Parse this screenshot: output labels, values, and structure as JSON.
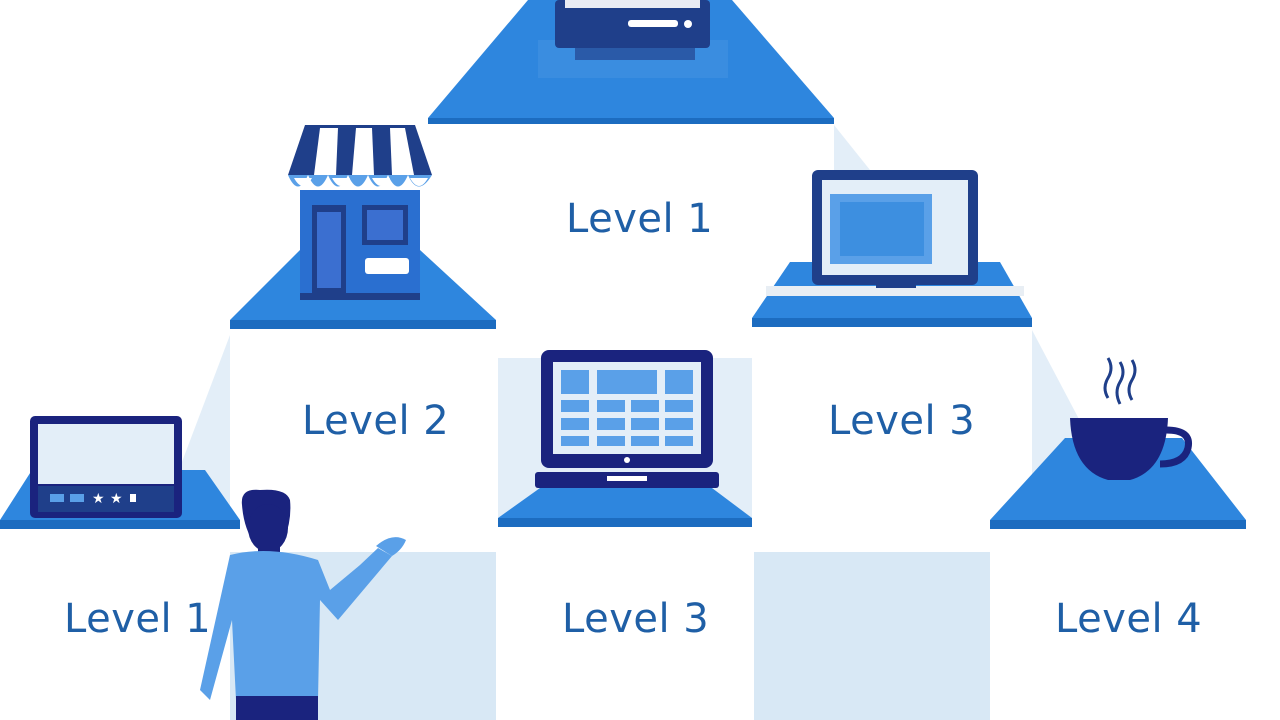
{
  "pyramid": {
    "top": {
      "label": "Level 1",
      "icon": "server-icon"
    },
    "middle": [
      {
        "label": "Level 2",
        "icon": "storefront-icon"
      },
      {
        "label": "Level 3",
        "icon": "laptop-icon"
      }
    ],
    "center_icon": "laptop-dashboard-icon",
    "bottom": [
      {
        "label": "Level 1",
        "icon": "laptop-rating-icon"
      },
      {
        "label": "Level 3",
        "icon": ""
      },
      {
        "label": "Level 4",
        "icon": "coffee-cup-icon"
      }
    ]
  },
  "figure": "person-presenting-icon",
  "colors": {
    "primary": "#2e86de",
    "dark": "#1f3f8a",
    "navy": "#1a237e",
    "light_panel": "#d8e8f5",
    "text": "#1f5fa6"
  }
}
